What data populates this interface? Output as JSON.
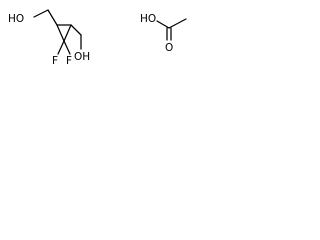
{
  "molecule": {
    "atoms": {
      "hydroxyl_left": "HO",
      "hydroxyl_right": "OH",
      "fluorine_left": "F",
      "fluorine_right": "F",
      "acid_hydroxyl": "HO",
      "carbonyl_oxygen": "O"
    },
    "colors": {
      "bond": "#000000",
      "label": "#000000",
      "background": "#ffffff"
    }
  }
}
